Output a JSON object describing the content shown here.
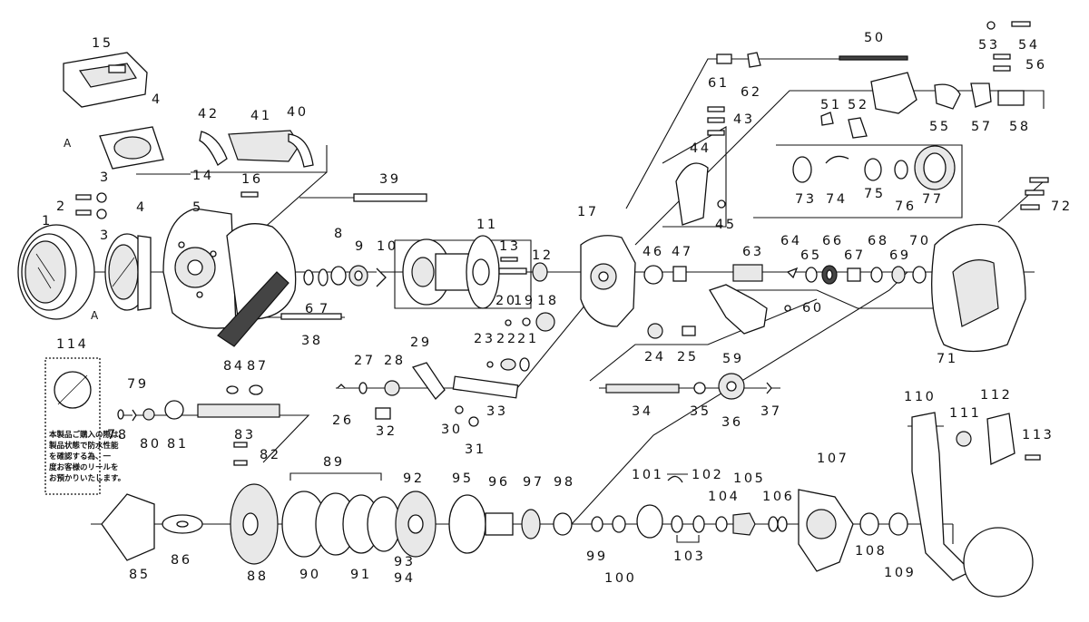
{
  "diagram": {
    "part_numbers": [
      "1",
      "2",
      "3",
      "3",
      "4",
      "4",
      "5",
      "6",
      "7",
      "8",
      "9",
      "10",
      "11",
      "12",
      "13",
      "14",
      "15",
      "16",
      "17",
      "18",
      "19",
      "20",
      "21",
      "22",
      "23",
      "24",
      "25",
      "26",
      "27",
      "28",
      "29",
      "30",
      "31",
      "32",
      "33",
      "34",
      "35",
      "36",
      "37",
      "38",
      "39",
      "40",
      "41",
      "42",
      "43",
      "44",
      "45",
      "46",
      "47",
      "50",
      "51",
      "52",
      "53",
      "54",
      "55",
      "56",
      "57",
      "58",
      "59",
      "60",
      "61",
      "62",
      "63",
      "64",
      "65",
      "66",
      "67",
      "68",
      "69",
      "70",
      "71",
      "72",
      "73",
      "74",
      "75",
      "76",
      "77",
      "78",
      "79",
      "80",
      "81",
      "82",
      "83",
      "84",
      "85",
      "86",
      "87",
      "88",
      "89",
      "90",
      "91",
      "92",
      "93",
      "94",
      "95",
      "96",
      "97",
      "98",
      "99",
      "100",
      "101",
      "102",
      "103",
      "104",
      "105",
      "106",
      "107",
      "108",
      "109",
      "110",
      "111",
      "112",
      "113",
      "114"
    ],
    "ref_labels": [
      "A",
      "A"
    ],
    "notice_lines": [
      "本製品ご購入の際は、",
      "製品状態で防水性能",
      "を確認する為、一",
      "度お客様のリールを",
      "お預かりいたします。"
    ]
  }
}
